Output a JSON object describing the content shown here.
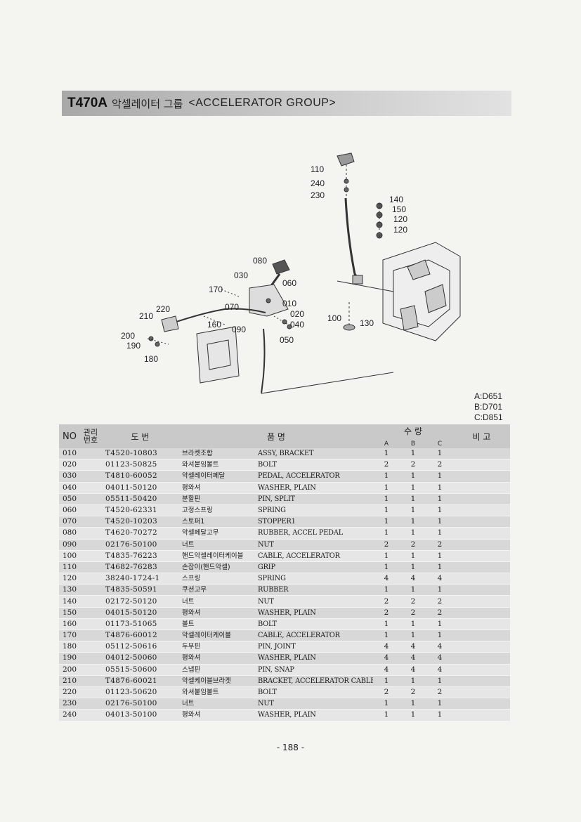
{
  "header": {
    "code": "T470A",
    "title_ko": "악셀레이터 그룹",
    "title_en": "<ACCELERATOR GROUP>"
  },
  "diagram": {
    "callouts": [
      "110",
      "240",
      "230",
      "140",
      "150",
      "120",
      "120",
      "080",
      "030",
      "060",
      "170",
      "070",
      "010",
      "020",
      "040",
      "220",
      "210",
      "160",
      "090",
      "100",
      "130",
      "200",
      "190",
      "180",
      "050"
    ]
  },
  "legend": [
    "A:D651",
    "B:D701",
    "C:D851"
  ],
  "table": {
    "headers": {
      "no": "NO",
      "mgmt": "관리번호",
      "drawing": "도 번",
      "item": "품 명",
      "qty": "수 량",
      "qty_sub": [
        "A",
        "B",
        "C"
      ],
      "remark": "비 고"
    },
    "rows": [
      {
        "no": "010",
        "part": "T4520-10803",
        "ko": "브라켓조합",
        "en": "ASSY, BRACKET",
        "a": "1",
        "b": "1",
        "c": "1"
      },
      {
        "no": "020",
        "part": "01123-50825",
        "ko": "와셔붙임볼트",
        "en": "BOLT",
        "a": "2",
        "b": "2",
        "c": "2"
      },
      {
        "no": "030",
        "part": "T4810-60052",
        "ko": "악셀레이터페달",
        "en": "PEDAL, ACCELERATOR",
        "a": "1",
        "b": "1",
        "c": "1"
      },
      {
        "no": "040",
        "part": "04011-50120",
        "ko": "평와셔",
        "en": "WASHER, PLAIN",
        "a": "1",
        "b": "1",
        "c": "1"
      },
      {
        "no": "050",
        "part": "05511-50420",
        "ko": "분할핀",
        "en": "PIN, SPLIT",
        "a": "1",
        "b": "1",
        "c": "1"
      },
      {
        "no": "060",
        "part": "T4520-62331",
        "ko": "고정스프링",
        "en": "SPRING",
        "a": "1",
        "b": "1",
        "c": "1"
      },
      {
        "no": "070",
        "part": "T4520-10203",
        "ko": "스토퍼1",
        "en": "STOPPER1",
        "a": "1",
        "b": "1",
        "c": "1"
      },
      {
        "no": "080",
        "part": "T4620-70272",
        "ko": "악셀페달고무",
        "en": "RUBBER, ACCEL PEDAL",
        "a": "1",
        "b": "1",
        "c": "1"
      },
      {
        "no": "090",
        "part": "02176-50100",
        "ko": "너트",
        "en": "NUT",
        "a": "2",
        "b": "2",
        "c": "2"
      },
      {
        "no": "100",
        "part": "T4835-76223",
        "ko": "핸드악셀레이터케이블",
        "en": "CABLE, ACCELERATOR",
        "a": "1",
        "b": "1",
        "c": "1"
      },
      {
        "no": "110",
        "part": "T4682-76283",
        "ko": "손잡이(핸드악셀)",
        "en": "GRIP",
        "a": "1",
        "b": "1",
        "c": "1"
      },
      {
        "no": "120",
        "part": "38240-1724-1",
        "ko": "스프링",
        "en": "SPRING",
        "a": "4",
        "b": "4",
        "c": "4"
      },
      {
        "no": "130",
        "part": "T4835-50591",
        "ko": "쿠션고무",
        "en": "RUBBER",
        "a": "1",
        "b": "1",
        "c": "1"
      },
      {
        "no": "140",
        "part": "02172-50120",
        "ko": "너트",
        "en": "NUT",
        "a": "2",
        "b": "2",
        "c": "2"
      },
      {
        "no": "150",
        "part": "04015-50120",
        "ko": "평와셔",
        "en": "WASHER, PLAIN",
        "a": "2",
        "b": "2",
        "c": "2"
      },
      {
        "no": "160",
        "part": "01173-51065",
        "ko": "볼트",
        "en": "BOLT",
        "a": "1",
        "b": "1",
        "c": "1"
      },
      {
        "no": "170",
        "part": "T4876-60012",
        "ko": "악셀레이터케이블",
        "en": "CABLE, ACCELERATOR",
        "a": "1",
        "b": "1",
        "c": "1"
      },
      {
        "no": "180",
        "part": "05112-50616",
        "ko": "두부핀",
        "en": "PIN, JOINT",
        "a": "4",
        "b": "4",
        "c": "4"
      },
      {
        "no": "190",
        "part": "04012-50060",
        "ko": "평와셔",
        "en": "WASHER, PLAIN",
        "a": "4",
        "b": "4",
        "c": "4"
      },
      {
        "no": "200",
        "part": "05515-50600",
        "ko": "스냅핀",
        "en": "PIN, SNAP",
        "a": "4",
        "b": "4",
        "c": "4"
      },
      {
        "no": "210",
        "part": "T4876-60021",
        "ko": "악셀케이블브라켓",
        "en": "BRACKET, ACCELERATOR CABLE",
        "a": "1",
        "b": "1",
        "c": "1"
      },
      {
        "no": "220",
        "part": "01123-50620",
        "ko": "와셔붙임볼트",
        "en": "BOLT",
        "a": "2",
        "b": "2",
        "c": "2"
      },
      {
        "no": "230",
        "part": "02176-50100",
        "ko": "너트",
        "en": "NUT",
        "a": "1",
        "b": "1",
        "c": "1"
      },
      {
        "no": "240",
        "part": "04013-50100",
        "ko": "평와셔",
        "en": "WASHER, PLAIN",
        "a": "1",
        "b": "1",
        "c": "1"
      }
    ]
  },
  "page_number": "- 188 -"
}
